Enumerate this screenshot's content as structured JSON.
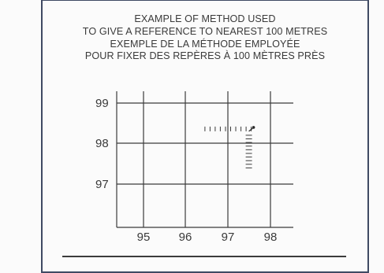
{
  "title": {
    "en_line1": "EXAMPLE OF METHOD USED",
    "en_line2": "TO GIVE A REFERENCE TO NEAREST 100 METRES",
    "fr_line1": "EXEMPLE DE LA MÉTHODE EMPLOYÉE",
    "fr_line2": "POUR FIXER DES REPÈRES À 100 MÈTRES PRÈS"
  },
  "grid": {
    "northing_labels": [
      "99",
      "98",
      "97"
    ],
    "easting_labels": [
      "95",
      "96",
      "97",
      "98"
    ],
    "reference_point": {
      "easting": 97.6,
      "northing": 98.4
    },
    "horizontal_tick_count": 10,
    "vertical_tick_count": 10
  },
  "colors": {
    "frame": "#3f4a63",
    "lines": "#3b3b3b",
    "text": "#3a3a3a"
  }
}
